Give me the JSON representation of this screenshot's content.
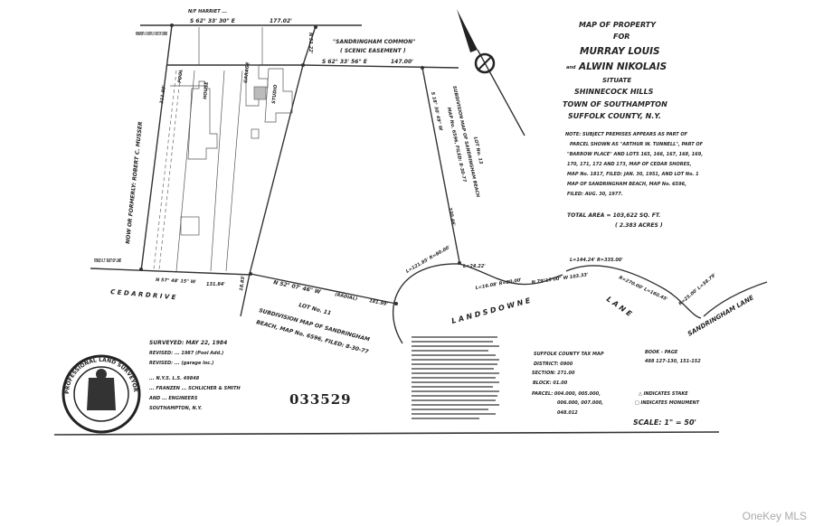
{
  "title_block": {
    "line1": "MAP OF PROPERTY",
    "line2": "FOR",
    "owner1": "MURRAY LOUIS",
    "and": "and",
    "owner2": "ALWIN NIKOLAIS",
    "situate": "SITUATE",
    "locality": "SHINNECOCK HILLS",
    "town": "TOWN OF SOUTHAMPTON",
    "county": "SUFFOLK COUNTY, N.Y."
  },
  "note": [
    "NOTE:  SUBJECT PREMISES APPEARS AS PART OF",
    "PARCEL SHOWN AS \"ARTHUR W. TUNNELL\", PART OF",
    "\"BARROW PLACE\" AND LOTS 165, 166, 167, 168, 169,",
    "170, 171, 172 AND 173, MAP OF CEDAR SHORES,",
    "MAP No. 1817, FILED: JAN. 30, 1951, AND LOT No. 1",
    "MAP OF SANDRINGHAM BEACH, MAP No. 6596,",
    "FILED: AUG. 30, 1977."
  ],
  "area": {
    "total": "TOTAL AREA = 103,622 SQ. FT.",
    "acres": "( 2.383 ACRES )"
  },
  "tax_map": {
    "heading": "SUFFOLK COUNTY TAX MAP",
    "district": "DISTRICT: 0900",
    "section": "SECTION: 271.00",
    "block": "BLOCK: 01.00",
    "parcel1": "PARCEL: 004.000, 005.000,",
    "parcel2": "006.000, 007.000,",
    "parcel3": "048.012",
    "book_page1": "BOOK - PAGE",
    "book_page2": "488   127-130, 151-152"
  },
  "legend": {
    "stake": "△ INDICATES STAKE",
    "monument": "□ INDICATES MONUMENT",
    "scale": "SCALE: 1\" = 50'"
  },
  "survey": {
    "surveyed": "SURVEYED: MAY 22, 1984",
    "revised1": "REVISED: ... 1987 (Pool Add.)",
    "revised2": "REVISED: ... (garage loc.)",
    "license": "... N.Y.S. L.S. 49848",
    "firm1": "... FRANZEN ... SCHLICHER & SMITH",
    "firm2": "AND ... ENGINEERS",
    "firm3": "SOUTHAMPTON, N.Y.",
    "seal_text": "PROFESSIONAL LAND SURVEYOR"
  },
  "doc_number": "033529",
  "map_labels": {
    "harriet": "N/F HARRIET ... ",
    "top_bearing": "S 62° 33' 30\" E",
    "top_dist": "177.02'",
    "common1": "\"SANDRINGHAM COMMON\"",
    "common2": "( SCENIC EASEMENT )",
    "common_bearing": "S 62° 33' 56\" E",
    "common_dist": "147.00'",
    "east_bearing": "S 18° 30' 49\" W",
    "east_dist": "230.46'",
    "lot13_1": "LOT No. 13",
    "lot13_2": "SUBDIVISION MAP OF SANDRINGHAM BEACH",
    "lot13_3": "MAP No. 6596, FILED: 8-30-77",
    "west_dist": "311.90'",
    "west_owner": "NOW OR FORMERLY: ROBERT C. MUSSER",
    "cedar_bearing": "N 57° 48' 15\" W",
    "cedar_dist": "131.84'",
    "cedar_drive": "C E D A R     D R I V E",
    "lot11_bearing": "N 52° 07' 46\" W",
    "radial": "(RADIAL)",
    "lot11_dist": "181.99'",
    "lot11_1": "LOT No. 11",
    "lot11_2": "SUBDIVISION MAP OF SANDRINGHAM",
    "lot11_3": "BEACH, MAP No. 6596, FILED: 8-30-77",
    "landsdowne": "L A N D S D O W N E",
    "lane": "L A N E",
    "curve1": "L=121.85'  R=80.00'",
    "curve2": "L=24.22'",
    "curve3": "L=16.08'  R=80.00'",
    "tangent": "N 79°15'00\" W 103.33'",
    "curve4": "L=144.24'  R=335.00'",
    "curve5": "R=270.00'  L=160.45'",
    "curve6": "R=25.00'  L=38.79'",
    "sandringham_lane": "SANDRINGHAM LANE",
    "monument_note": "MONUMENT 4.5' NORTH 0.3' WEST OF CORNER",
    "fence_note": "FENCE 0.7' EAST OF LINE",
    "short_dist": "18.85'",
    "mid_bearing": "N 51.22'",
    "pool": "POOL",
    "house": "HOUSE",
    "studio": "STUDIO",
    "garage": "GARAGE"
  },
  "watermark": "OneKey MLS"
}
